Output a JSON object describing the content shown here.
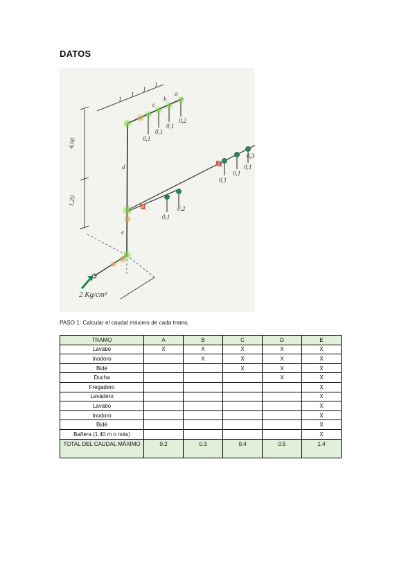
{
  "heading": "DATOS",
  "sketch": {
    "dims_left": [
      "4,00",
      "1,20"
    ],
    "dims_top": [
      "1",
      "1",
      "1",
      "1"
    ],
    "tramo_letters": [
      "a",
      "b",
      "c",
      "d",
      "e"
    ],
    "flows_top": [
      "0,1",
      "0,1",
      "0,1",
      "0,2"
    ],
    "flows_mid": [
      "0,1",
      "0,1",
      "0,1",
      "0,3"
    ],
    "flows_low": [
      "0,1",
      "0,2"
    ],
    "pressure": "2 Kg/cm²"
  },
  "step_text": "PASO 1: Calcular el caudal máximo de cada tramo.",
  "table": {
    "headers": [
      "TRAMO",
      "A",
      "B",
      "C",
      "D",
      "E"
    ],
    "rows": [
      [
        "Lavabo",
        "X",
        "X",
        "X",
        "X",
        "X"
      ],
      [
        "Inodoro",
        "",
        "X",
        "X",
        "X",
        "X"
      ],
      [
        "Bidé",
        "",
        "",
        "X",
        "X",
        "X"
      ],
      [
        "Ducha",
        "",
        "",
        "",
        "X",
        "X"
      ],
      [
        "Fregadero",
        "",
        "",
        "",
        "",
        "X"
      ],
      [
        "Lavadero",
        "",
        "",
        "",
        "",
        "X"
      ],
      [
        "Lavabo",
        "",
        "",
        "",
        "",
        "X"
      ],
      [
        "Inodoro",
        "",
        "",
        "",
        "",
        "X"
      ],
      [
        "Bidé",
        "",
        "",
        "",
        "",
        "X"
      ],
      [
        "Bañera (1.40 m o más)",
        "",
        "",
        "",
        "",
        "X"
      ]
    ],
    "total_label": "TOTAL DEL CAUDAL MÁXIMO",
    "totals": [
      "0.2",
      "0.3",
      "0.4",
      "0.5",
      "1.4"
    ]
  }
}
